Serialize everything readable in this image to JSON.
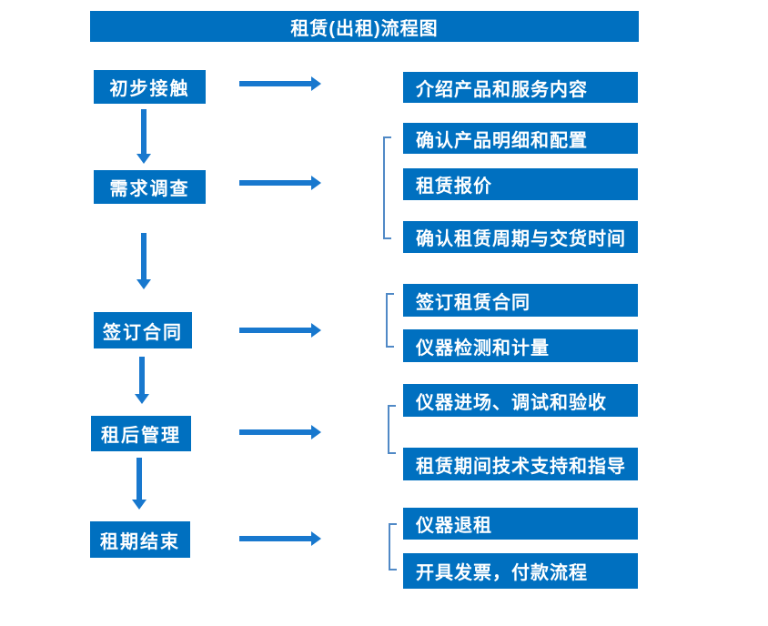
{
  "title": "租赁(出租)流程图",
  "colors": {
    "box_fill": "#0070C0",
    "arrow": "#1878CE",
    "bracket": "#5089C6",
    "box_text": "#FFFFFF",
    "background": "#FFFFFF"
  },
  "flow": {
    "steps": [
      {
        "label": "初步接触",
        "details": [
          "介绍产品和服务内容"
        ]
      },
      {
        "label": "需求调查",
        "details": [
          "确认产品明细和配置",
          "租赁报价",
          "确认租赁周期与交货时间"
        ]
      },
      {
        "label": "签订合同",
        "details": [
          "签订租赁合同",
          "仪器检测和计量"
        ]
      },
      {
        "label": "租后管理",
        "details": [
          "仪器进场、调试和验收",
          "租赁期间技术支持和指导"
        ]
      },
      {
        "label": "租期结束",
        "details": [
          "仪器退租",
          "开具发票，付款流程"
        ]
      }
    ]
  }
}
